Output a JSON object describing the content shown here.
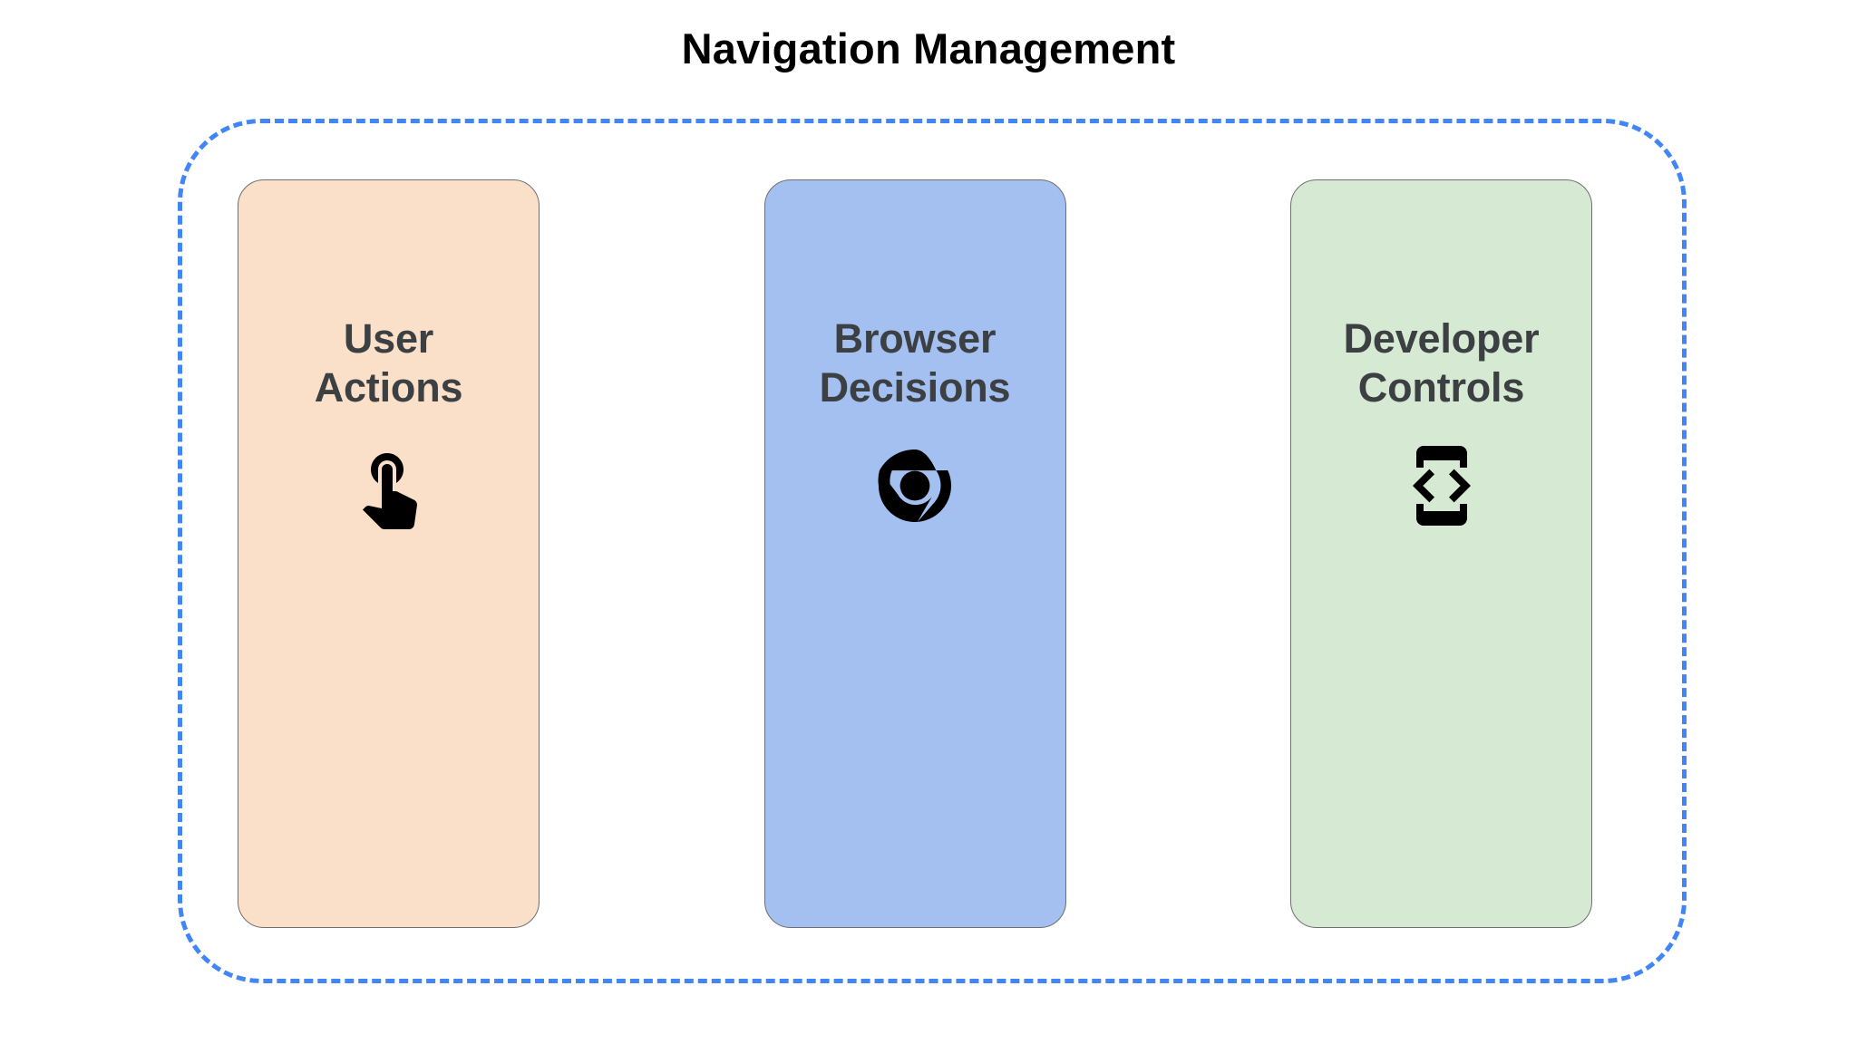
{
  "diagram": {
    "title": "Navigation Management",
    "title_color": "#000000",
    "container": {
      "name": "navigation-management-group",
      "border_color": "#4285F4",
      "border_style": "dashed"
    },
    "label_color": "#3C4043",
    "icon_color": "#000000",
    "cards": [
      {
        "id": "user-actions",
        "label": "User\nActions",
        "label_line1": "User",
        "label_line2": "Actions",
        "background": "#FAE0C8",
        "icon": "touch-app-icon"
      },
      {
        "id": "browser-decisions",
        "label": "Browser\nDecisions",
        "label_line1": "Browser",
        "label_line2": "Decisions",
        "background": "#A3C0F0",
        "icon": "chrome-logo-icon"
      },
      {
        "id": "developer-controls",
        "label": "Developer\nControls",
        "label_line1": "Developer",
        "label_line2": "Controls",
        "background": "#D6E9D2",
        "icon": "developer-mode-icon"
      }
    ]
  }
}
